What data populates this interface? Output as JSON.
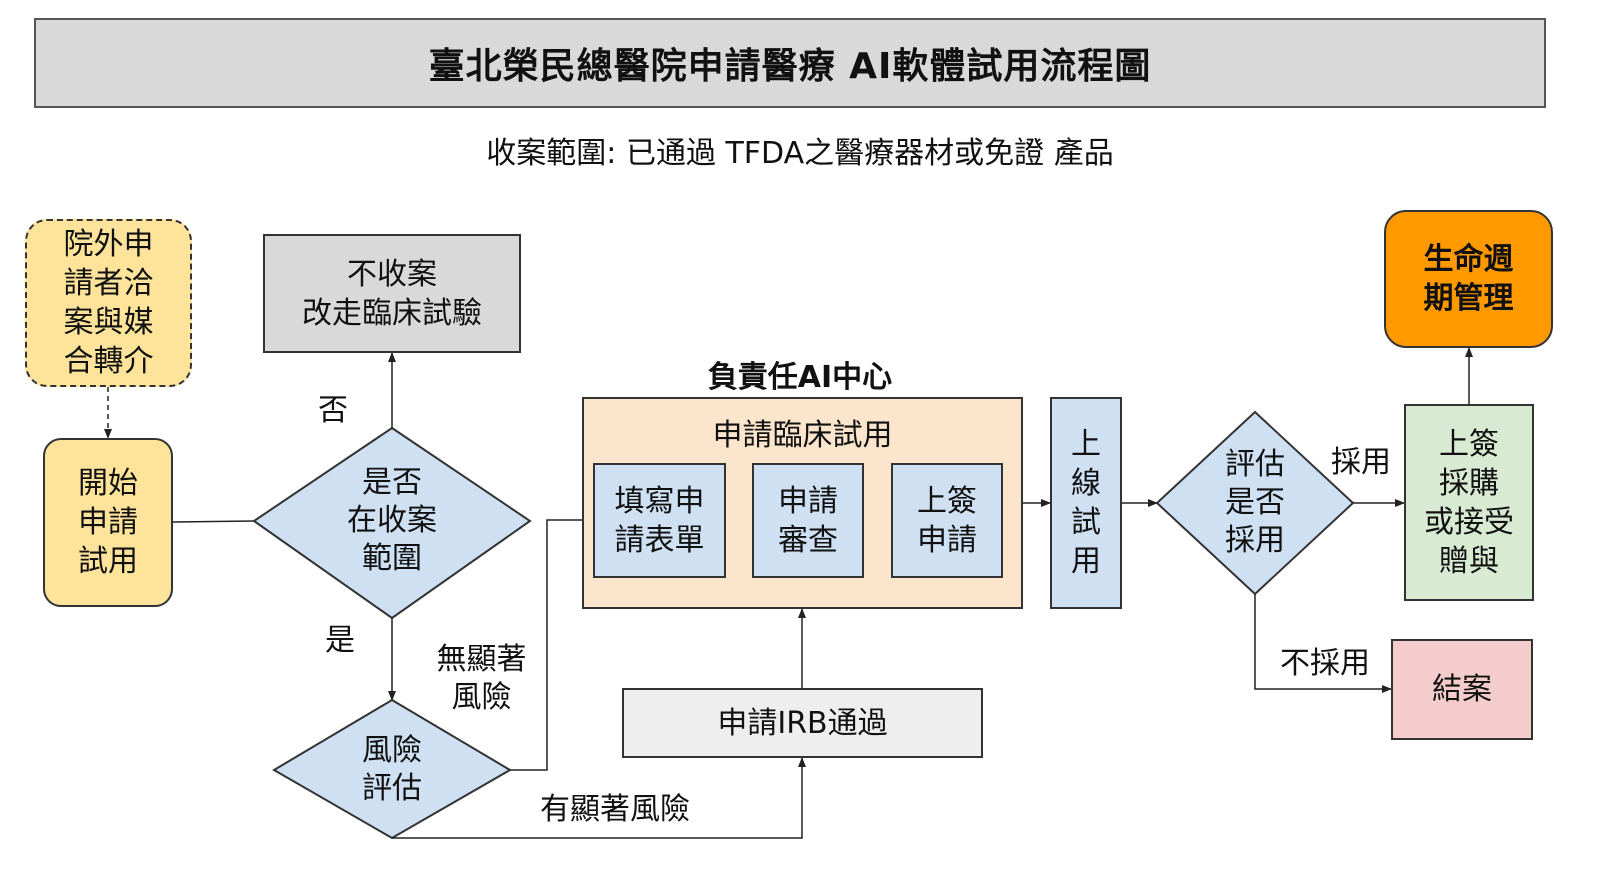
{
  "title": "臺北榮民總醫院申請醫療 AI軟體試用流程圖",
  "subtitle": "收案範圍: 已通過 TFDA之醫療器材或免證 產品",
  "nodes": {
    "external_referral": "院外申\n請者洽\n案與媒\n合轉介",
    "start": "開始\n申請\n試用",
    "scope_check": "是否\n在收案\n範圍",
    "not_accepted": "不收案\n改走臨床試驗",
    "risk_eval": "風險\n評估",
    "ai_center_title": "負責任AI中心",
    "clinical_trial_group": "申請臨床試用",
    "fill_form": "填寫申\n請表單",
    "review": "申請\n審查",
    "sign_apply": "上簽\n申請",
    "irb": "申請IRB通過",
    "online_trial": "上\n線\n試\n用",
    "adopt_eval": "評估\n是否\n採用",
    "purchase": "上簽\n採購\n或接受\n贈與",
    "lifecycle": "生命週\n期管理",
    "close_case": "結案"
  },
  "edge_labels": {
    "no": "否",
    "yes": "是",
    "no_significant_risk": "無顯著\n風險",
    "significant_risk": "有顯著風險",
    "adopt": "採用",
    "not_adopt": "不採用"
  },
  "colors": {
    "yellow": "#fde49a",
    "gray_box": "#d9d9d9",
    "light_gray": "#eeeeee",
    "blue": "#cfe0f3",
    "peach": "#fbe5cd",
    "green": "#d9ead3",
    "orange": "#ff9900",
    "pink": "#f4cccc"
  }
}
